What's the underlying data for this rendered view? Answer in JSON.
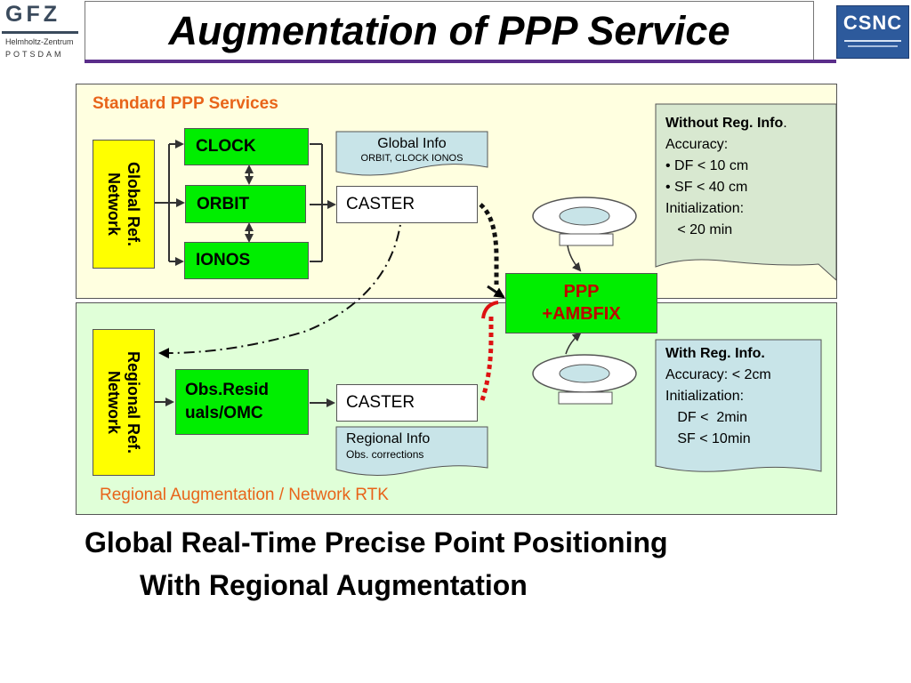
{
  "header": {
    "title": "Augmentation of PPP Service",
    "logo_left": {
      "main": "GFZ",
      "line1": "Helmholtz-Zentrum",
      "line2": "POTSDAM"
    },
    "logo_right": {
      "main": "CSNC"
    }
  },
  "standard_panel": {
    "label": "Standard PPP Services",
    "network_label": "Global Ref.\nNetwork",
    "clock": "CLOCK",
    "orbit": "ORBIT",
    "ionos": "IONOS",
    "caster": "CASTER",
    "global_info": {
      "title": "Global Info",
      "subtitle": "ORBIT, CLOCK IONOS"
    },
    "without_info": {
      "title": "Without Reg. Info",
      "suffix": ".",
      "lines": [
        "Accuracy:",
        "• DF < 10 cm",
        "• SF < 40 cm",
        "Initialization:",
        "   < 20 min"
      ]
    }
  },
  "ppp": {
    "line1": "PPP",
    "line2": "+AMBFIX"
  },
  "regional_panel": {
    "label": "Regional Augmentation / Network RTK",
    "network_label": "Regional Ref.\nNetwork",
    "obs": {
      "line1": "Obs.Resid",
      "line2": "uals/OMC"
    },
    "caster": "CASTER",
    "regional_info": {
      "title": "Regional Info",
      "subtitle": "Obs. corrections"
    },
    "with_info": {
      "title": "With Reg. Info.",
      "lines": [
        "Accuracy: < 2cm",
        "Initialization:",
        "   DF <  2min",
        "   SF < 10min"
      ]
    }
  },
  "bottom": {
    "line1": "Global Real-Time Precise Point Positioning",
    "line2": "With Regional Augmentation"
  },
  "colors": {
    "standard_bg": "#ffffe0",
    "regional_bg": "#e0ffd8",
    "green_box": "#00ee00",
    "yellow_box": "#ffff00",
    "label_orange": "#e8641a",
    "ppp_text": "#c00000",
    "note_fill": "#d8e8d0",
    "info_fill": "#c8e4e8"
  }
}
